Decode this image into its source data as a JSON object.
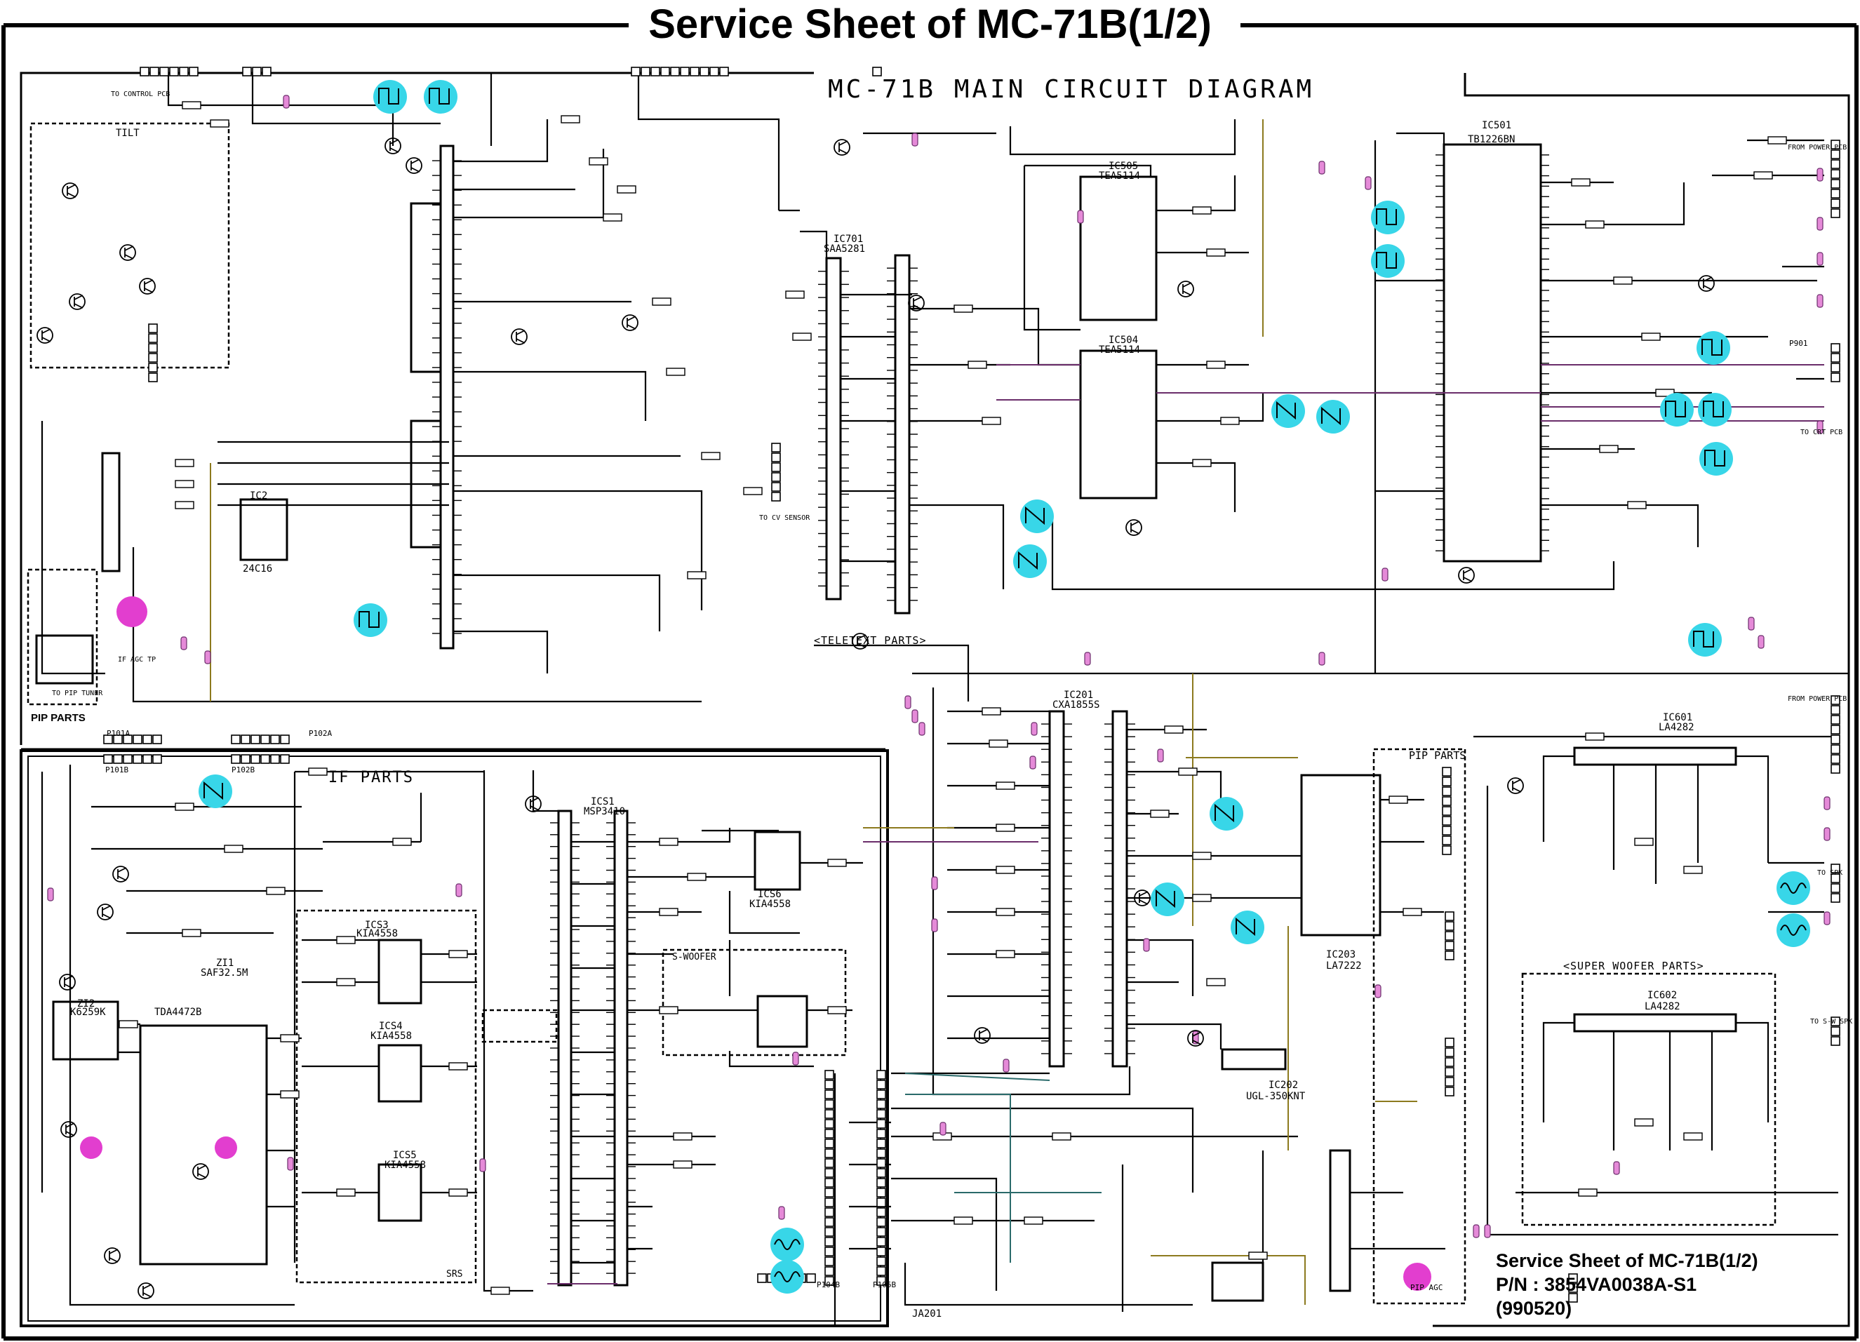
{
  "page_title": "Service Sheet of MC-71B(1/2)",
  "diagram_title": "MC-71B MAIN CIRCUIT DIAGRAM",
  "sections": {
    "tilt": "TILT",
    "pip_parts_left": "PIP PARTS",
    "if_parts": "IF PARTS",
    "teletext_parts": "<TELETEXT PARTS>",
    "pip_right": "PIP PARTS",
    "super_woofer": "<SUPER WOOFER PARTS>",
    "s_woofer": "S-WOOFER",
    "srs": "SRS"
  },
  "ics": {
    "ic501": "IC501",
    "ic501_part": "TB1226BN",
    "ic505": "IC505",
    "ic505_part": "TEA5114",
    "ic504": "IC504",
    "ic504_part": "TEA5114",
    "ic701": "IC701",
    "ic701_part": "SAA5281",
    "ic201": "IC201",
    "ic201_part": "CXA1855S",
    "ic203": "IC203",
    "ic203_part": "LA7222",
    "ic202": "IC202",
    "ic202_part": "UGL-350KNT",
    "ic601": "IC601",
    "ic601_part": "LA4282",
    "ic602": "IC602",
    "ic602_part": "LA4282",
    "ics1": "ICS1",
    "ics1_part": "MSP3410",
    "ics3": "ICS3",
    "ics3_part": "KIA4558",
    "ics4": "ICS4",
    "ics4_part": "KIA4558",
    "ics5": "ICS5",
    "ics5_part": "KIA4558",
    "ics6": "ICS6",
    "ics6_part": "KIA4558",
    "ic2": "IC2",
    "ic2_part": "24C16",
    "zi1": "ZI1",
    "zi1_part": "SAF32.5M",
    "zi2": "ZI2",
    "zi2_part": "K6259K",
    "tda": "TDA4472B",
    "ja201": "JA201",
    "p101a": "P101A",
    "p102a": "P102A",
    "p901": "P901",
    "p101b": "P101B",
    "p102b": "P102B",
    "p104b": "P104B",
    "p105b": "P105B"
  },
  "labels": {
    "from_power": "FROM POWER PCB",
    "to_crt": "TO CRT PCB",
    "to_spk": "TO SPK",
    "to_sw_spk": "TO S-W SPK",
    "to_cv_sensor": "TO CV SENSOR",
    "if_agc_tp": "IF AGC TP",
    "to_pip_tuner": "TO PIP TUNER",
    "pip_agc": "PIP AGC",
    "to_control": "TO CONTROL PCB",
    "from_power_top": "FROM POWER PCB"
  },
  "title_block": {
    "line1": "Service Sheet of MC-71B(1/2)",
    "line2": "P/N : 3854VA0038A-S1",
    "line3": "(990520)"
  },
  "colors": {
    "wire": "#000000",
    "highlight_cyan": "#38d6e8",
    "highlight_magenta": "#e23ecf",
    "connector_pink": "#e58ad8",
    "wire_olive": "#8c7a1e",
    "wire_purple": "#6a2d6a"
  }
}
